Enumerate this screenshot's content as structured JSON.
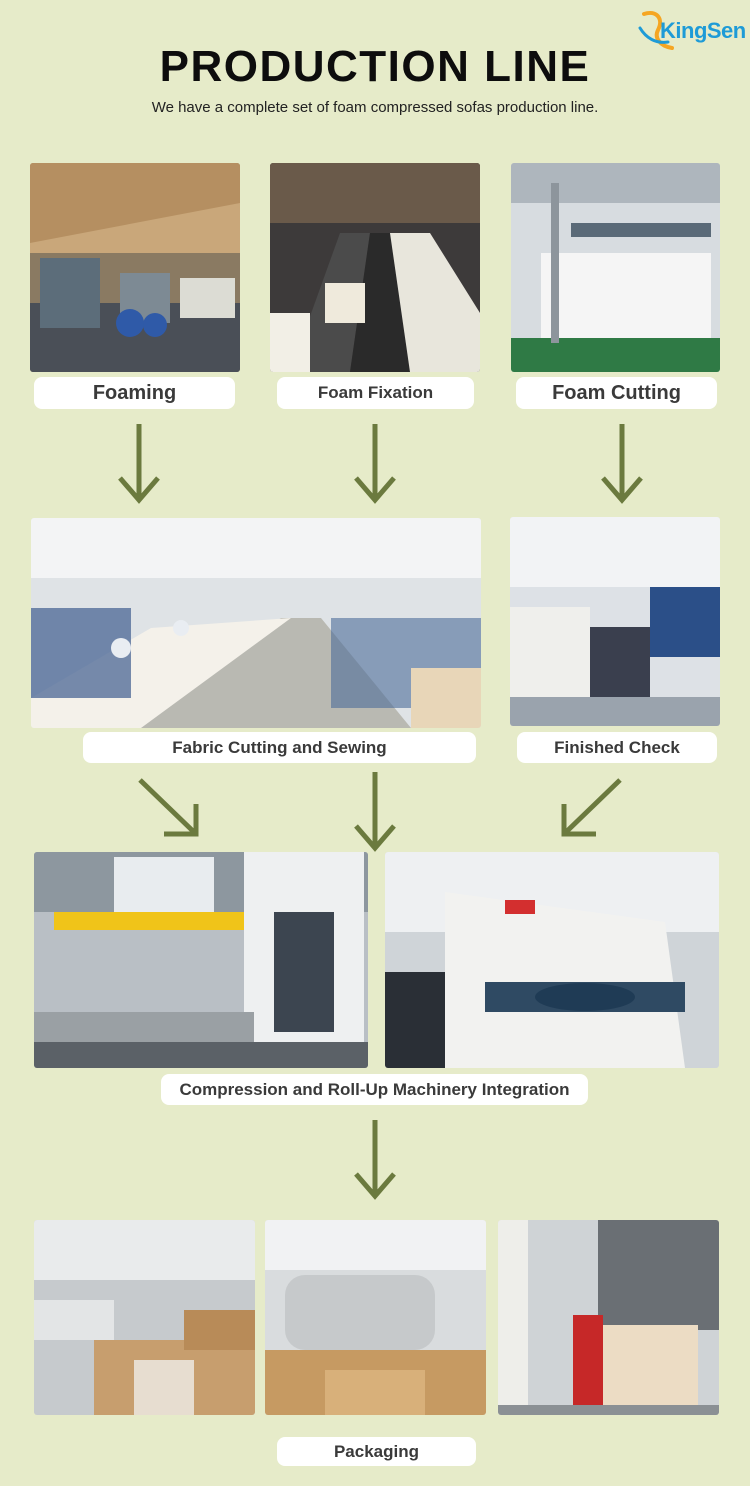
{
  "brand": {
    "name": "KingSen"
  },
  "header": {
    "title": "PRODUCTION LINE",
    "subtitle": "We have a complete set of foam compressed sofas production line."
  },
  "steps": {
    "foaming": "Foaming",
    "foam_fixation": "Foam Fixation",
    "foam_cutting": "Foam Cutting",
    "fabric_cutting_sewing": "Fabric Cutting and Sewing",
    "finished_check": "Finished Check",
    "compression": "Compression and Roll-Up Machinery Integration",
    "packaging": "Packaging"
  },
  "colors": {
    "background": "#e6ebc9",
    "arrow": "#6b7a3e",
    "label_bg": "#ffffff",
    "logo_blue": "#1e9bd7",
    "logo_orange": "#f5a623"
  }
}
